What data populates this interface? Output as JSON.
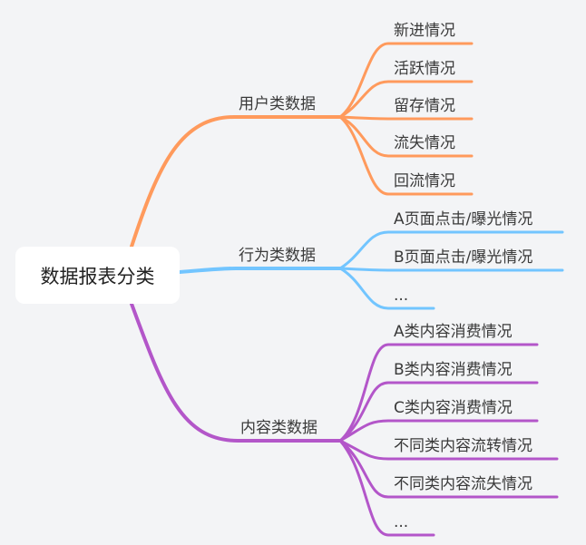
{
  "root": {
    "label": "数据报表分类"
  },
  "branches": [
    {
      "label": "用户类数据",
      "color": "#ff9a5c",
      "children": [
        "新进情况",
        "活跃情况",
        "留存情况",
        "流失情况",
        "回流情况"
      ]
    },
    {
      "label": "行为类数据",
      "color": "#72c5ff",
      "children": [
        "A页面点击/曝光情况",
        "B页面点击/曝光情况",
        "..."
      ]
    },
    {
      "label": "内容类数据",
      "color": "#b356c9",
      "children": [
        "A类内容消费情况",
        "B类内容消费情况",
        "C类内容消费情况",
        "不同类内容流转情况",
        "不同类内容流失情况",
        "..."
      ]
    }
  ]
}
